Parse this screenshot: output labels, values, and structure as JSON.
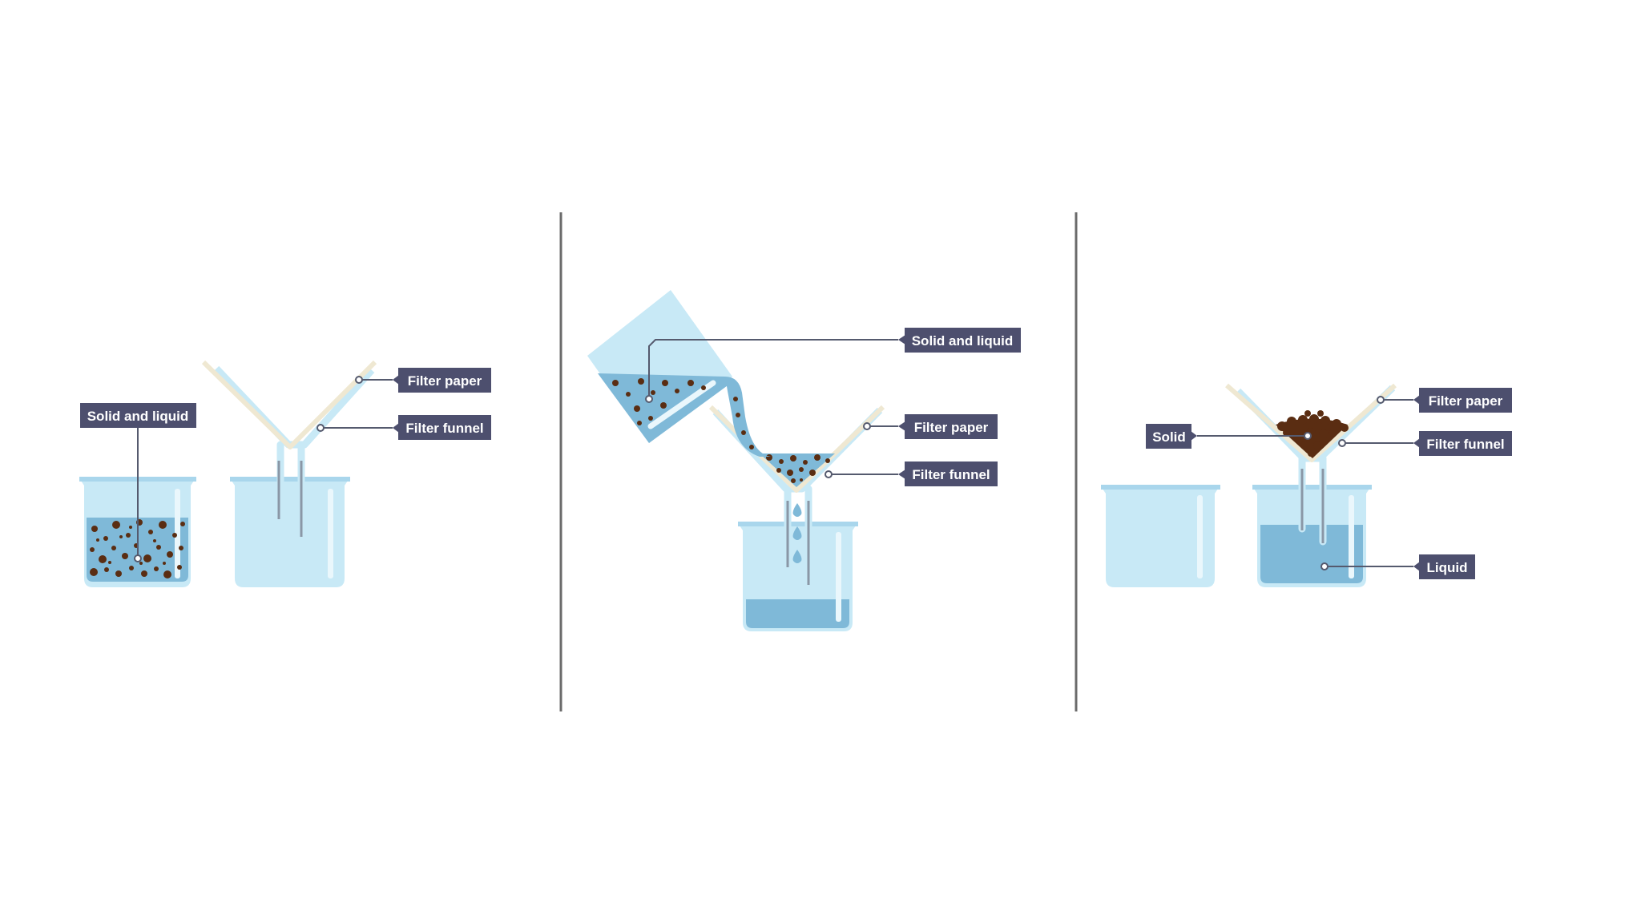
{
  "panels": [
    {
      "id": "before",
      "labels": {
        "solid_and_liquid": "Solid and liquid",
        "filter_paper": "Filter paper",
        "filter_funnel": "Filter funnel"
      }
    },
    {
      "id": "during",
      "labels": {
        "solid_and_liquid": "Solid and liquid",
        "filter_paper": "Filter paper",
        "filter_funnel": "Filter funnel"
      }
    },
    {
      "id": "after",
      "labels": {
        "solid": "Solid",
        "filter_paper": "Filter paper",
        "filter_funnel": "Filter funnel",
        "liquid": "Liquid"
      }
    }
  ],
  "colors": {
    "glass": "#c8e9f6",
    "glass_rim": "#a9d6ec",
    "glass_highlight": "#eaf7fc",
    "liquid": "#7fb9d8",
    "solid_particles": "#5a2d12",
    "filter_paper": "#efe8d2",
    "label_bg": "#4d4f6e",
    "leader_line": "#555a6e",
    "divider": "#6b6b6b"
  }
}
